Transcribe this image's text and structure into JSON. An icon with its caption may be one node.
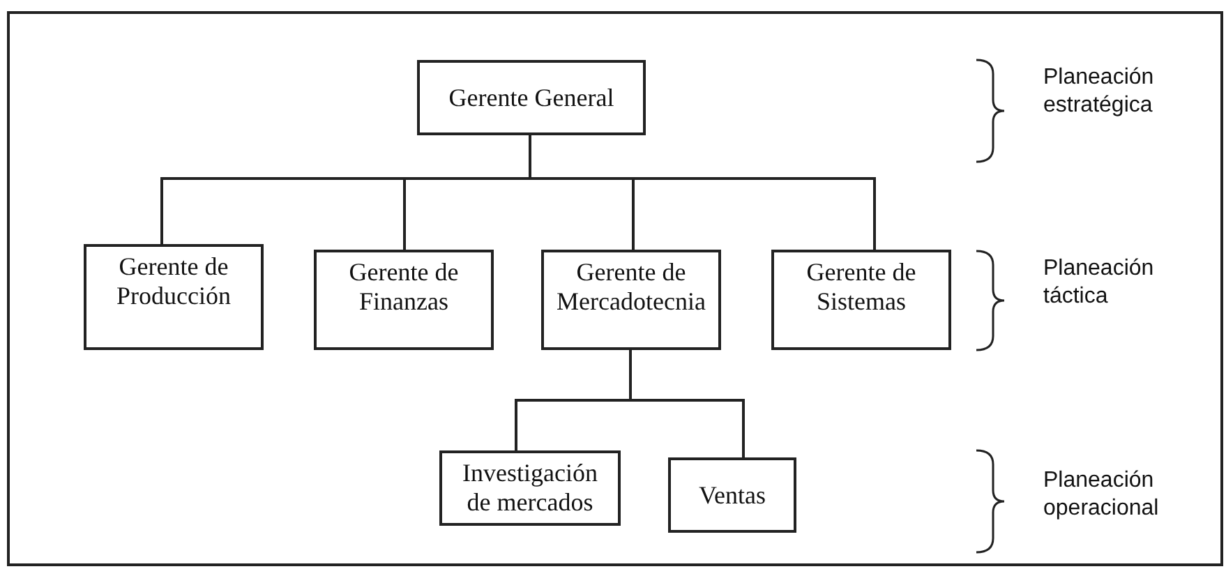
{
  "diagram": {
    "nodes": [
      {
        "text": [
          "Gerente General"
        ]
      },
      {
        "text": [
          "Gerente de Producción"
        ]
      },
      {
        "text": [
          "Gerente de Finanzas"
        ]
      },
      {
        "text": [
          "Gerente de Mercadotecnia"
        ]
      },
      {
        "text": [
          "Gerente de Sistemas"
        ]
      },
      {
        "text": [
          "Investigación de mercados"
        ]
      },
      {
        "text": [
          "Ventas"
        ]
      }
    ],
    "edges": [
      {
        "from": 0,
        "to": 1,
        "arrow": "none"
      },
      {
        "from": 0,
        "to": 2,
        "arrow": "none"
      },
      {
        "from": 0,
        "to": 3,
        "arrow": "none"
      },
      {
        "from": 0,
        "to": 4,
        "arrow": "none"
      },
      {
        "from": 3,
        "to": 5,
        "arrow": "none"
      },
      {
        "from": 3,
        "to": 6,
        "arrow": "none"
      }
    ],
    "labels": [
      "Planeación estratégica",
      "Planeación táctica",
      "Planeación operacional"
    ]
  }
}
